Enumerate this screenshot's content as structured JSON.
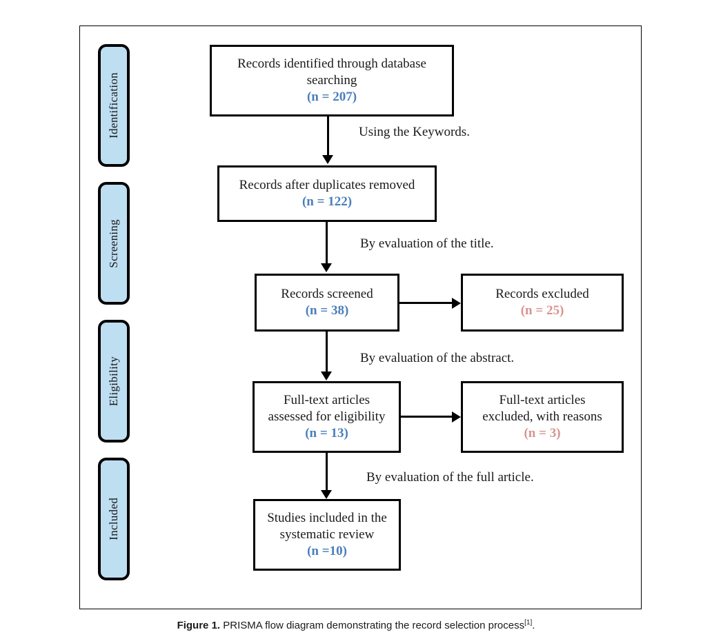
{
  "figure": {
    "caption_label": "Figure 1.",
    "caption_text": "PRISMA flow diagram demonstrating the record selection process",
    "caption_reference": "[1]",
    "caption_period": "."
  },
  "colors": {
    "stage_fill": "#bedef2",
    "stage_border": "#000000",
    "count_blue": "#4a7ebb",
    "count_red": "#d9938f",
    "box_border": "#000000",
    "frame_border": "#000000"
  },
  "stages": [
    {
      "id": "identification",
      "label": "Identification"
    },
    {
      "id": "screening",
      "label": "Screening"
    },
    {
      "id": "eligibility",
      "label": "Eligibility"
    },
    {
      "id": "included",
      "label": "Included"
    }
  ],
  "boxes": {
    "identified": {
      "line1": "Records identified through database",
      "line2": "searching",
      "count": "(n = 207)"
    },
    "duplicates": {
      "line1": "Records after duplicates removed",
      "count": "(n = 122)"
    },
    "screened": {
      "line1": "Records screened",
      "count": "(n = 38)"
    },
    "excluded": {
      "line1": "Records excluded",
      "count": "(n = 25)"
    },
    "fulltext": {
      "line1": "Full-text articles",
      "line2": "assessed for eligibility",
      "count": "(n = 13)"
    },
    "fulltext_excluded": {
      "line1": "Full-text articles",
      "line2": "excluded, with reasons",
      "count": "(n = 3)"
    },
    "included": {
      "line1": "Studies included in the",
      "line2": "systematic review",
      "count": "(n =10)"
    }
  },
  "edge_notes": {
    "keywords": "Using the Keywords.",
    "title": "By evaluation of the title.",
    "abstract": "By evaluation of the abstract.",
    "full_article": "By evaluation of the full article."
  }
}
